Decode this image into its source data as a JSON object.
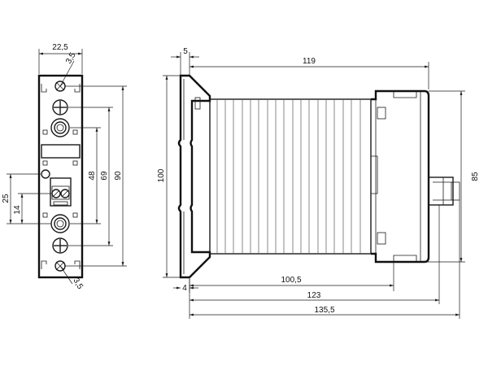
{
  "front_view": {
    "width": "22,5",
    "height_overall": "90",
    "height_mount": "69",
    "height_terminals": "48",
    "offset_25": "25",
    "offset_14": "14",
    "screw_label_top": "3,5",
    "screw_label_bottom": "3,5"
  },
  "side_view": {
    "rail_offset": "5",
    "depth_top": "119",
    "height_total": "100",
    "height_body": "85",
    "rail_depth": "4",
    "depth_100_5": "100,5",
    "depth_123": "123",
    "depth_135_5": "135,5"
  }
}
